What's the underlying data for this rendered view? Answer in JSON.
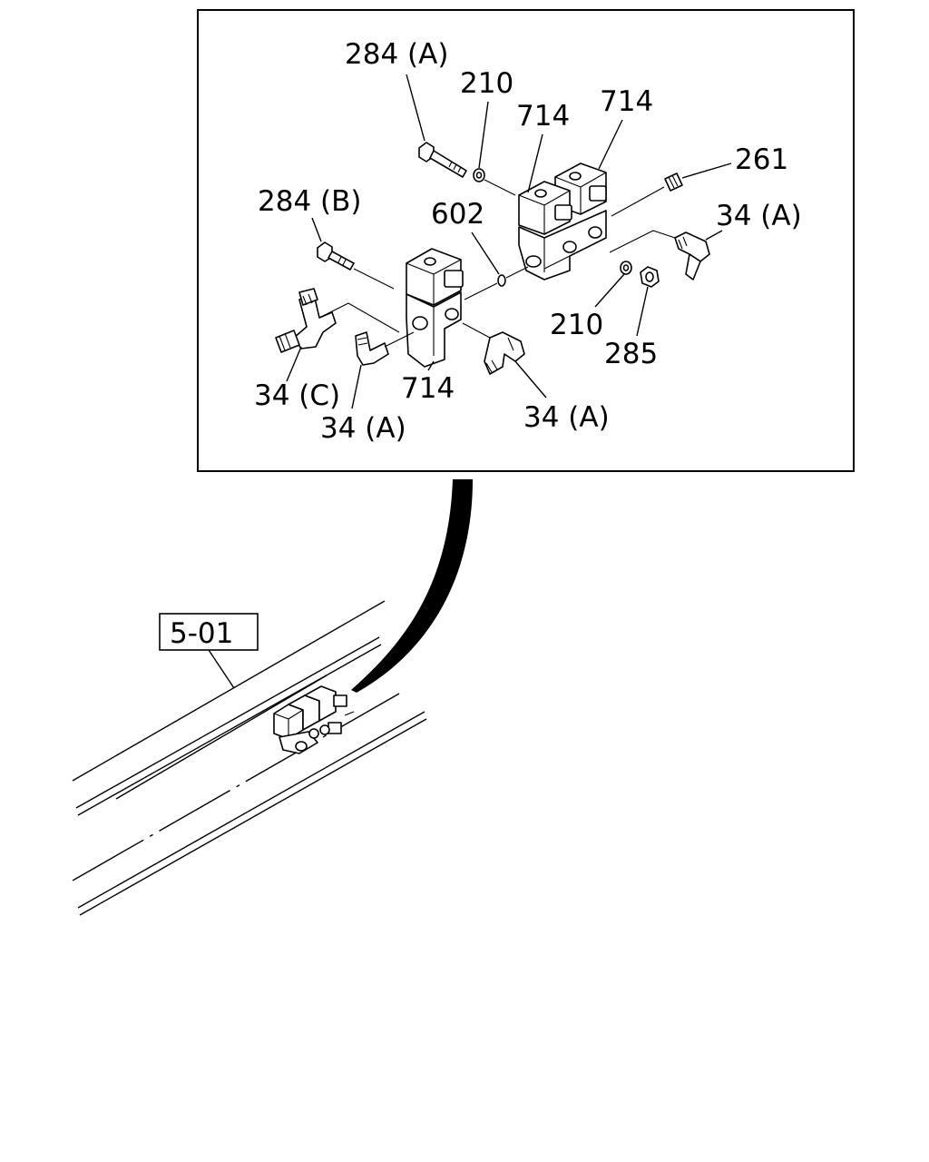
{
  "detail_labels": {
    "bolt_a": "284 (A)",
    "washer_top": "210",
    "valve_center": "714",
    "valve_right": "714",
    "plug": "261",
    "bolt_b": "284 (B)",
    "oring": "602",
    "elbow_right": "34 (A)",
    "washer_bottom": "210",
    "nut": "285",
    "tee": "34 (C)",
    "elbow_left": "34 (A)",
    "valve_lower": "714",
    "elbow_bottom": "34 (A)"
  },
  "reference_label": "5-01"
}
